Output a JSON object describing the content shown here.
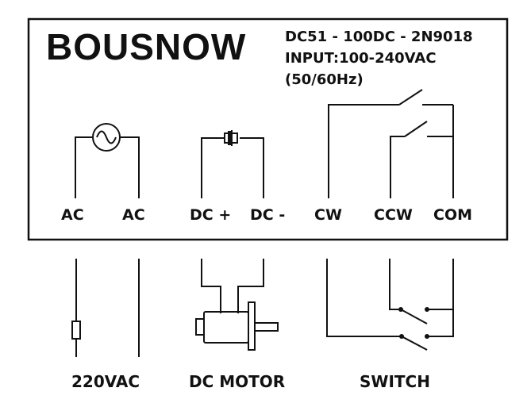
{
  "brand": "BOUSNOW",
  "spec": {
    "model": "DC51 - 100DC - 2N9018",
    "input": "INPUT:100-240VAC",
    "frequency": "(50/60Hz)"
  },
  "terminals": {
    "ac1": "AC",
    "ac2": "AC",
    "dc_plus": "DC +",
    "dc_minus": "DC -",
    "cw": "CW",
    "ccw": "CCW",
    "com": "COM"
  },
  "captions": {
    "power": "220VAC",
    "motor": "DC MOTOR",
    "switch": "SWITCH"
  }
}
